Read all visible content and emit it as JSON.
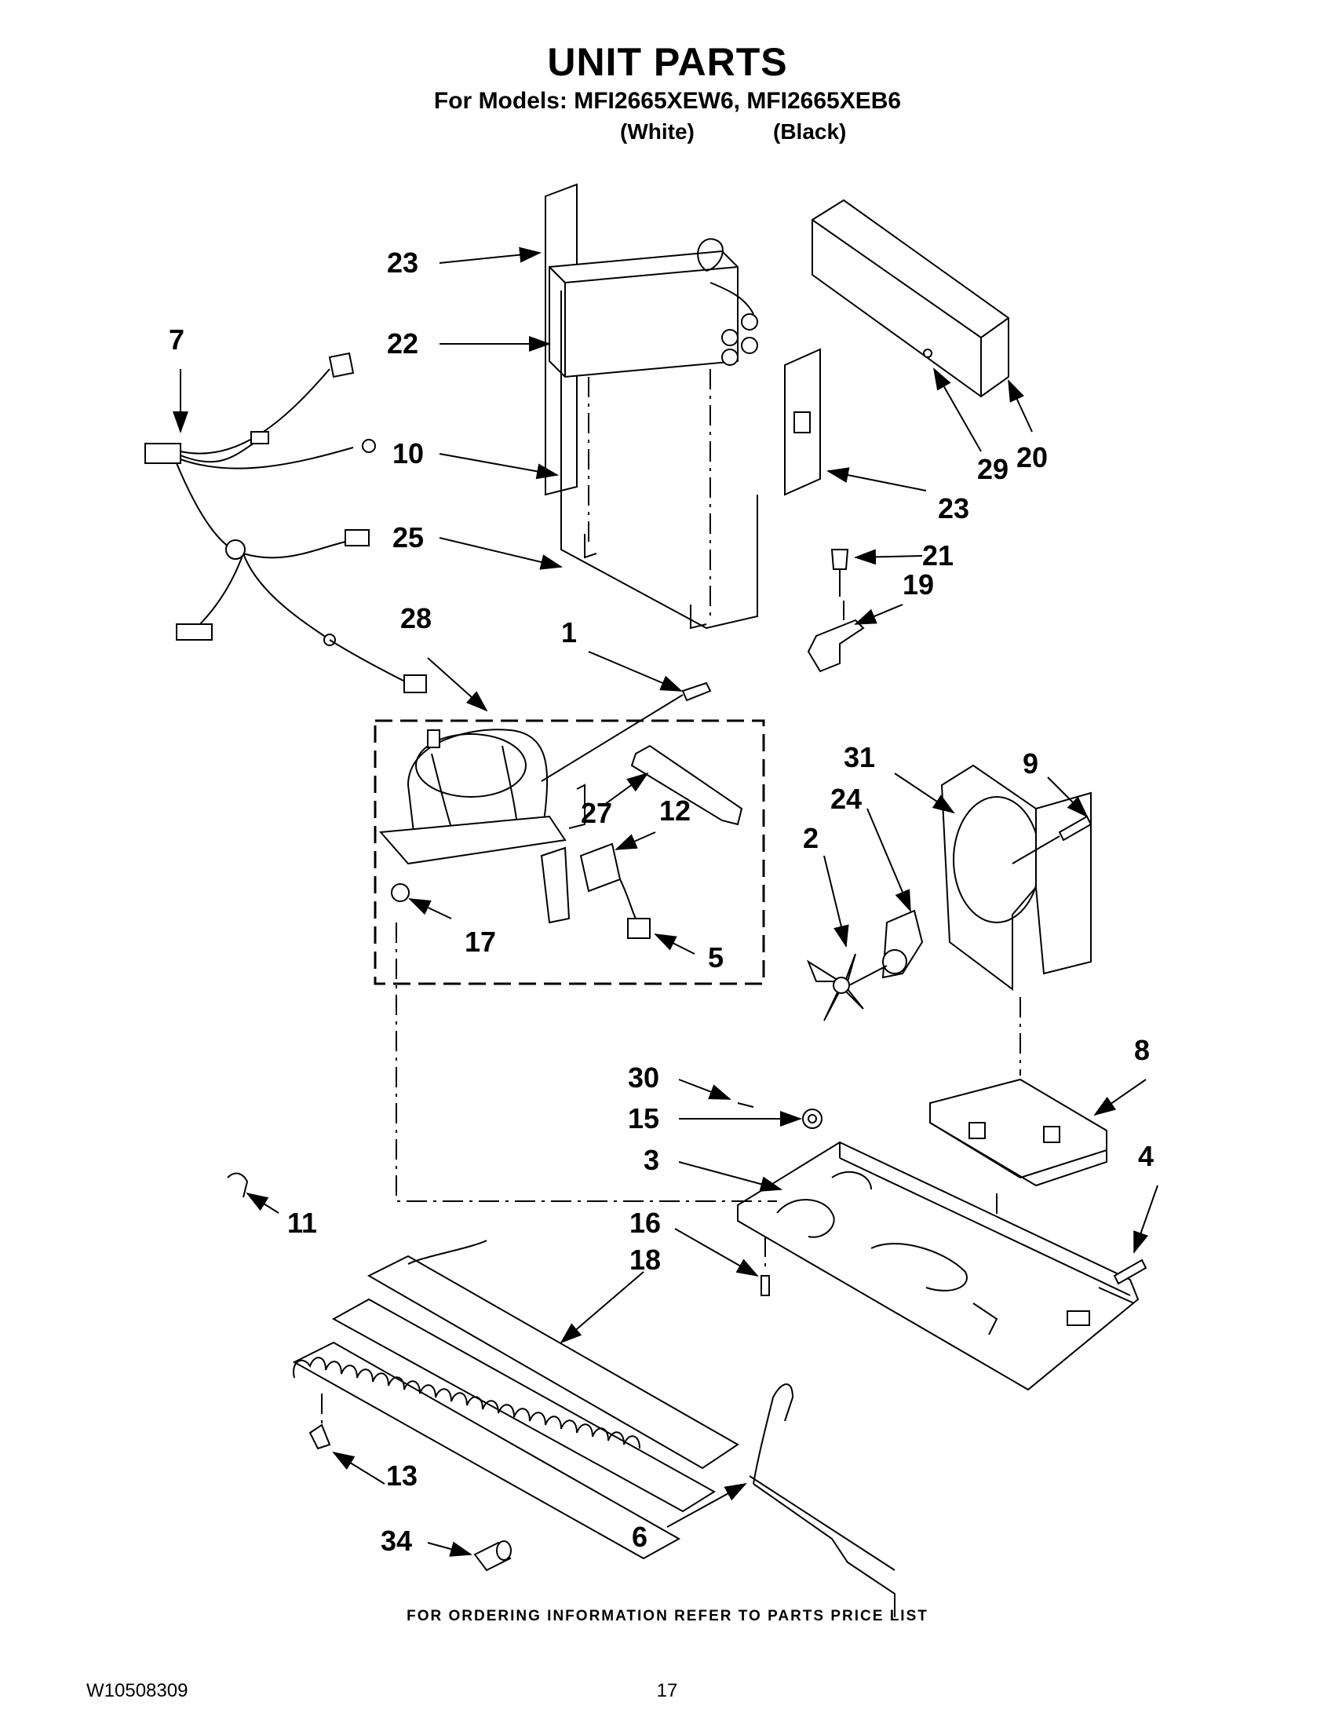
{
  "header": {
    "title": "UNIT PARTS",
    "models": "For Models: MFI2665XEW6, MFI2665XEB6",
    "color_white": "(White)",
    "color_black": "(Black)"
  },
  "callouts": {
    "c1": "1",
    "c2": "2",
    "c3": "3",
    "c4": "4",
    "c5": "5",
    "c6": "6",
    "c7": "7",
    "c8": "8",
    "c9": "9",
    "c10": "10",
    "c11": "11",
    "c12": "12",
    "c13": "13",
    "c15": "15",
    "c16": "16",
    "c17": "17",
    "c18": "18",
    "c19": "19",
    "c20": "20",
    "c21": "21",
    "c22": "22",
    "c23a": "23",
    "c23b": "23",
    "c24": "24",
    "c25": "25",
    "c27": "27",
    "c28": "28",
    "c29": "29",
    "c30": "30",
    "c31": "31",
    "c34": "34"
  },
  "footer": {
    "note": "FOR ORDERING INFORMATION REFER TO PARTS PRICE LIST",
    "doc_id": "W10508309",
    "page": "17"
  }
}
